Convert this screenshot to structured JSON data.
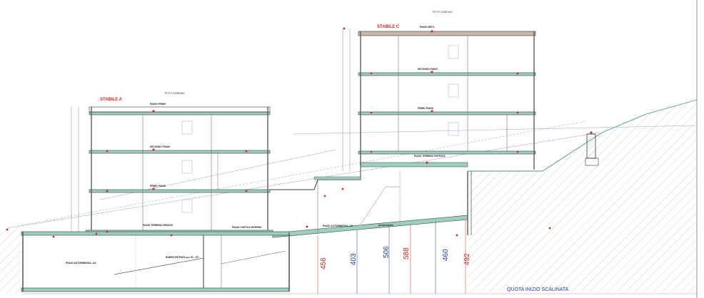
{
  "buildings": {
    "a": {
      "title": "STABILE A",
      "roof_label": "TETTO GIARDINO"
    },
    "c": {
      "title": "STABILE C",
      "roof_label": "TETTO GIARDINO"
    }
  },
  "levels": {
    "a_top": "PIANO PRIMO",
    "a_second": "SECONDO PIANO",
    "a_first": "PRIMO PIANO",
    "a_ground": "PIANO TERRENO RIFUGIO",
    "c_top": "PIANO BETO",
    "c_second": "SECONDO PIANO",
    "c_first": "PRIMO PIANO",
    "c_ground": "PIANO TERRENO ENTRATA",
    "garage_a": "PIANO AUTORIMESSA -1/A",
    "garage_c": "PIANO AUTORIMESSA -1/C",
    "cortile": "PIANO CORTILE INTERNO",
    "rampa": "RAMPA ENTRATA p.c.+8...+07",
    "pendenza": "pendenza 6%"
  },
  "dimensions": {
    "d1": "456",
    "d2": "403",
    "d3": "506",
    "d4": "588",
    "d5": "460",
    "d6": "492"
  },
  "bottom_label": "QUOTA INIZIO SCALINATA",
  "colors": {
    "line": "#3b3b3b",
    "slab": "#9ccfc0",
    "hatch": "#9a9a9a",
    "red": "#d42a1e",
    "blue": "#1f3f9c",
    "wall": "#5c5c5c"
  }
}
